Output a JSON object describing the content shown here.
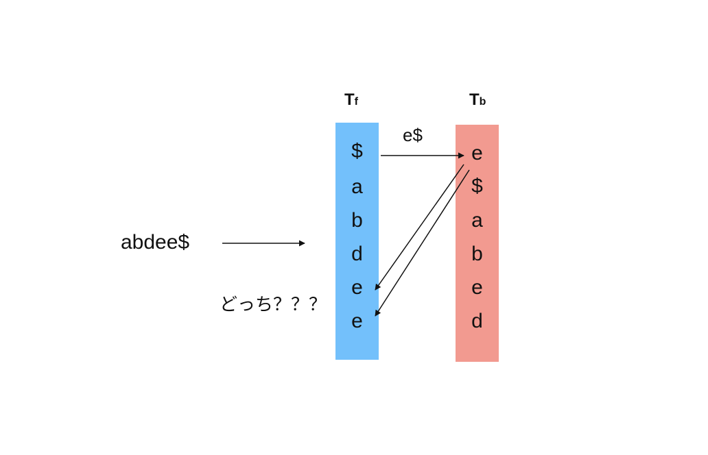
{
  "colors": {
    "tf_fill": "#73c0fb",
    "tb_fill": "#f29a90",
    "text": "#111111",
    "arrow": "#111111"
  },
  "tf": {
    "title_main": "T",
    "title_sub": "f",
    "letters": [
      "$",
      "a",
      "b",
      "d",
      "e",
      "e"
    ]
  },
  "tb": {
    "title_main": "T",
    "title_sub": "b",
    "letters": [
      "e",
      "$",
      "a",
      "b",
      "e",
      "d"
    ]
  },
  "input_string": "abdee$",
  "arrow_label": "e$",
  "question_text": "どっち？？？"
}
